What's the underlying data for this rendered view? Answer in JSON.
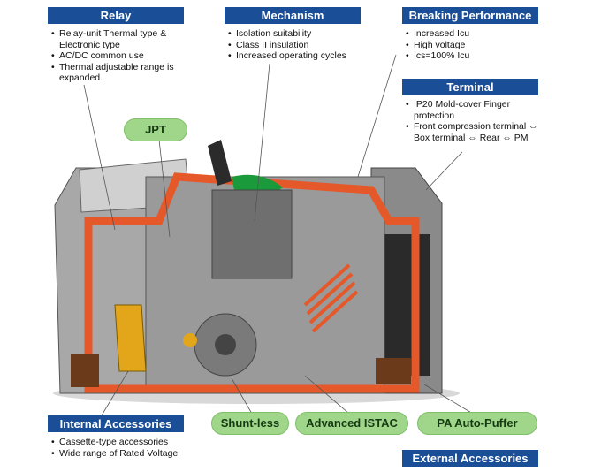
{
  "colors": {
    "header_blue": "#1a4e97",
    "pill_green": "#9fd68a",
    "housing_orange": "#e5582a",
    "body_gray": "#8f8f8f"
  },
  "relay": {
    "title": "Relay",
    "items": [
      "Relay-unit Thermal type & Electronic type",
      "AC/DC common use",
      "Thermal adjustable range is expanded."
    ]
  },
  "mechanism": {
    "title": "Mechanism",
    "items": [
      "Isolation suitability",
      "Class II insulation",
      "Increased operating cycles"
    ]
  },
  "breaking": {
    "title": "Breaking Performance",
    "items": [
      "Increased Icu",
      "High voltage",
      "Ics=100% Icu"
    ]
  },
  "terminal": {
    "title": "Terminal",
    "items": [
      "IP20 Mold-cover Finger protection",
      "Front compression terminal ⇔ Box terminal ⇔ Rear ⇔ PM"
    ]
  },
  "internal": {
    "title": "Internal Accessories",
    "items": [
      "Cassette-type accessories",
      "Wide range of Rated Voltage"
    ]
  },
  "external": {
    "title": "External Accessories"
  },
  "pills": {
    "jpt": "JPT",
    "shuntless": "Shunt-less",
    "istac": "Advanced ISTAC",
    "puffer": "PA Auto-Puffer"
  }
}
